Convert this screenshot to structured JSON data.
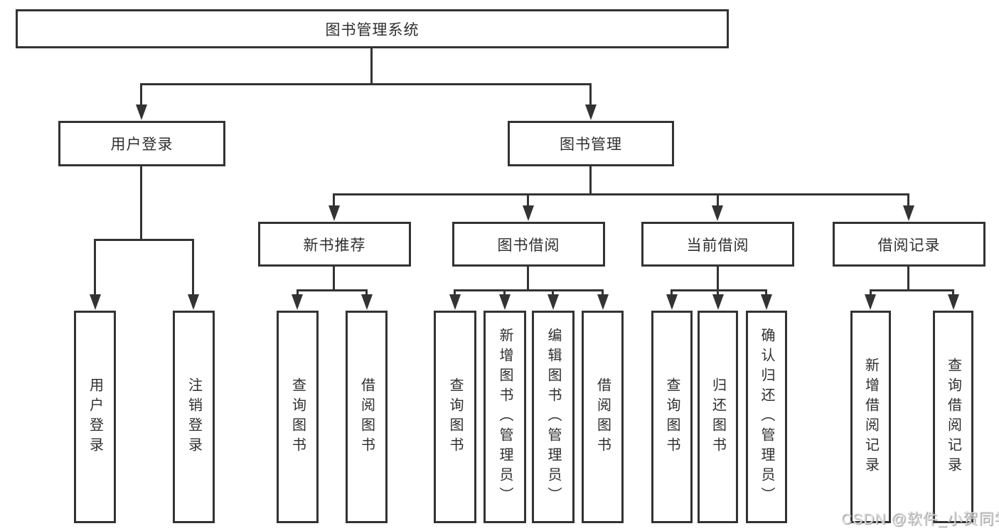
{
  "tree": {
    "root": "图书管理系统",
    "children": [
      {
        "label": "用户登录",
        "children": [
          "用户登录",
          "注销登录"
        ]
      },
      {
        "label": "图书管理",
        "children": [
          {
            "label": "新书推荐",
            "children": [
              "查询图书",
              "借阅图书"
            ]
          },
          {
            "label": "图书借阅",
            "children": [
              "查询图书",
              "新增图书（管理员）",
              "编辑图书（管理员）",
              "借阅图书"
            ]
          },
          {
            "label": "当前借阅",
            "children": [
              "查询图书",
              "归还图书",
              "确认归还（管理员）"
            ]
          },
          {
            "label": "借阅记录",
            "children": [
              "新增借阅记录",
              "查询借阅记录"
            ]
          }
        ]
      }
    ]
  },
  "watermark": "CSDN @软件_小贺同学",
  "colors": {
    "line": "#333333",
    "text": "#2f2f2f",
    "background": "#ffffff",
    "watermark": "#dcdcdc"
  }
}
